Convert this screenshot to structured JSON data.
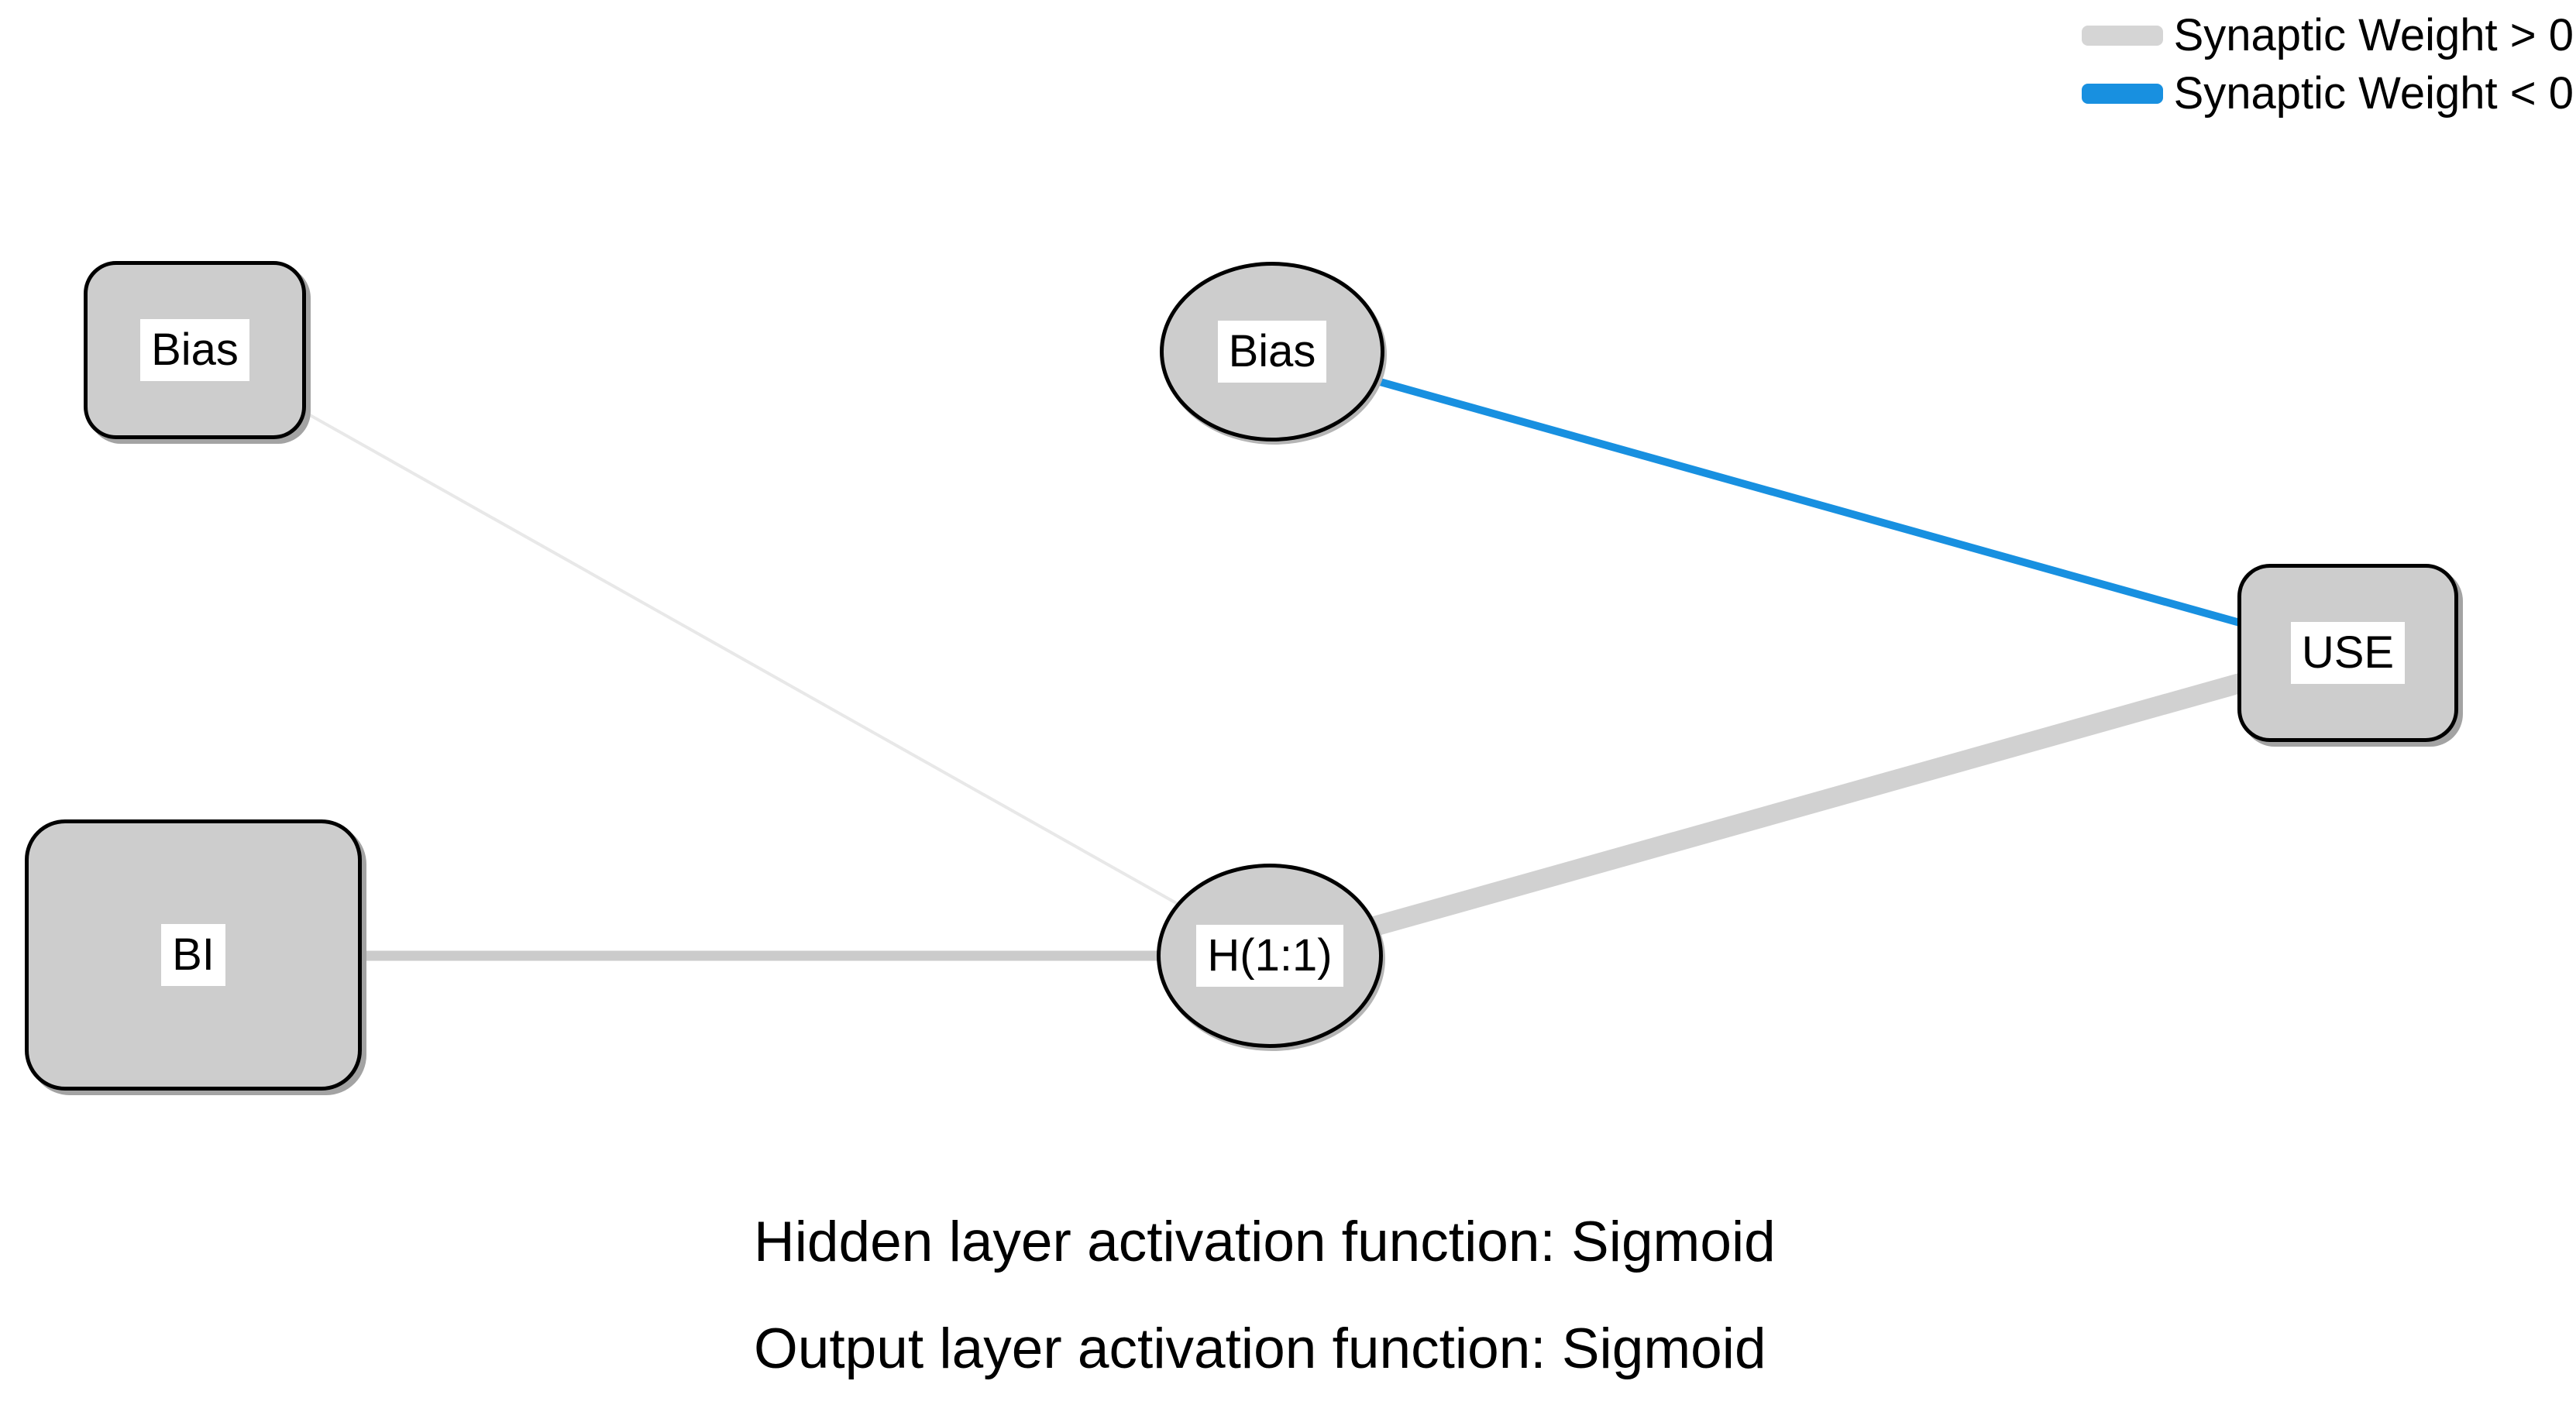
{
  "diagram": {
    "kind": "neural-network-architecture",
    "background": "#FFFFFF",
    "colors": {
      "node_fill": "#CDCDCD",
      "node_border": "#000000",
      "label_bg": "#FFFFFF",
      "positive_weight": "#D1D1D1",
      "positive_weight_faint": "#E8E8E8",
      "positive_weight_medium": "#CBCBCB",
      "negative_weight": "#1890E0",
      "legend_positive_swatch": "#D5D5D5",
      "legend_negative_swatch": "#1890E0"
    },
    "legend": {
      "items": [
        {
          "label": "Synaptic Weight > 0",
          "color": "#D5D5D5"
        },
        {
          "label": "Synaptic Weight < 0",
          "color": "#1890E0"
        }
      ]
    },
    "nodes": {
      "bias_input": {
        "label": "Bias",
        "shape": "rounded-rect",
        "layer": "input"
      },
      "bi_input": {
        "label": "BI",
        "shape": "rounded-rect",
        "layer": "input"
      },
      "bias_hidden": {
        "label": "Bias",
        "shape": "ellipse",
        "layer": "hidden-bias"
      },
      "hidden_1": {
        "label": "H(1:1)",
        "shape": "ellipse",
        "layer": "hidden"
      },
      "output_use": {
        "label": "USE",
        "shape": "rounded-rect",
        "layer": "output"
      }
    },
    "edges": [
      {
        "from": "bias_input",
        "to": "hidden_1",
        "sign": "positive",
        "color": "#E8E8E8",
        "width": 4
      },
      {
        "from": "bi_input",
        "to": "hidden_1",
        "sign": "positive",
        "color": "#CBCBCB",
        "width": 13
      },
      {
        "from": "hidden_1",
        "to": "output_use",
        "sign": "positive",
        "color": "#D1D1D1",
        "width": 26
      },
      {
        "from": "bias_hidden",
        "to": "output_use",
        "sign": "negative",
        "color": "#1890E0",
        "width": 10
      }
    ],
    "footer": {
      "line1": "Hidden layer activation function: Sigmoid",
      "line2": "Output layer activation function: Sigmoid"
    }
  }
}
